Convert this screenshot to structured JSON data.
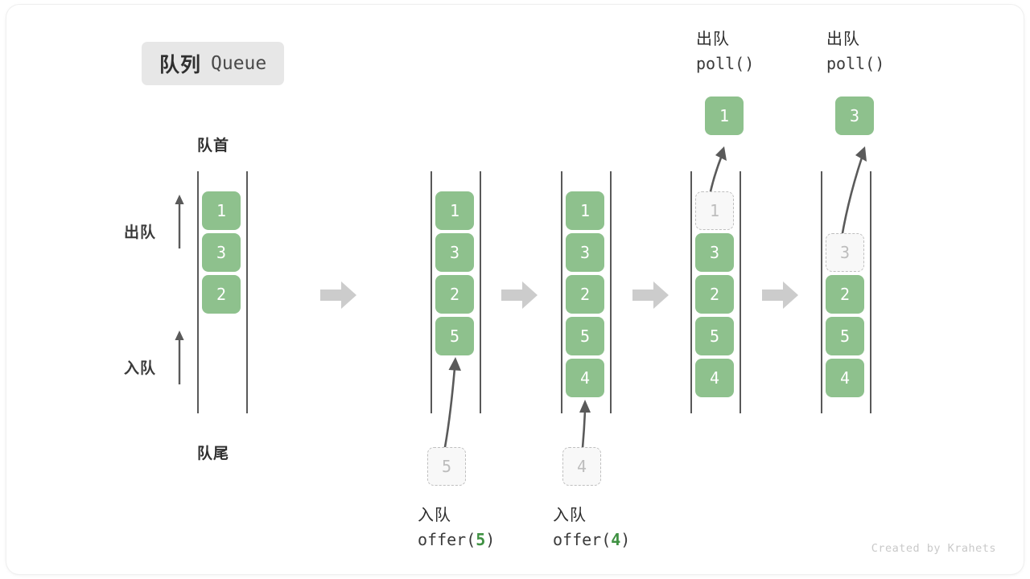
{
  "title": {
    "cn": "队列",
    "en": "Queue"
  },
  "labels": {
    "head": "队首",
    "tail": "队尾",
    "dequeue_side": "出队",
    "enqueue_side": "入队"
  },
  "colors": {
    "element_fill": "#8ec18d",
    "element_text": "#ffffff",
    "ghost_fill": "#f8f8f8",
    "ghost_border": "#bfbfbf",
    "ghost_text": "#bdbdbd",
    "rail": "#595959",
    "arrow_gray": "#cccccc",
    "accent_green": "#3f9142",
    "badge_bg": "#e7e7e7",
    "text_dark": "#2f2f2f"
  },
  "columns": [
    {
      "id": "initial",
      "cells": [
        {
          "value": "1",
          "state": "filled"
        },
        {
          "value": "3",
          "state": "filled"
        },
        {
          "value": "2",
          "state": "filled"
        }
      ]
    },
    {
      "id": "after-offer-5",
      "cells": [
        {
          "value": "1",
          "state": "filled"
        },
        {
          "value": "3",
          "state": "filled"
        },
        {
          "value": "2",
          "state": "filled"
        },
        {
          "value": "5",
          "state": "filled"
        }
      ],
      "incoming": {
        "value": "5"
      },
      "op": {
        "cn": "入队",
        "code_prefix": "offer(",
        "arg": "5",
        "code_suffix": ")"
      }
    },
    {
      "id": "after-offer-4",
      "cells": [
        {
          "value": "1",
          "state": "filled"
        },
        {
          "value": "3",
          "state": "filled"
        },
        {
          "value": "2",
          "state": "filled"
        },
        {
          "value": "5",
          "state": "filled"
        },
        {
          "value": "4",
          "state": "filled"
        }
      ],
      "incoming": {
        "value": "4"
      },
      "op": {
        "cn": "入队",
        "code_prefix": "offer(",
        "arg": "4",
        "code_suffix": ")"
      }
    },
    {
      "id": "after-poll-1",
      "cells": [
        {
          "value": "1",
          "state": "ghost"
        },
        {
          "value": "3",
          "state": "filled"
        },
        {
          "value": "2",
          "state": "filled"
        },
        {
          "value": "5",
          "state": "filled"
        },
        {
          "value": "4",
          "state": "filled"
        }
      ],
      "popped": {
        "value": "1"
      },
      "op": {
        "cn": "出队",
        "code": "poll()"
      }
    },
    {
      "id": "after-poll-3",
      "cells": [
        {
          "value": "3",
          "state": "ghost"
        },
        {
          "value": "2",
          "state": "filled"
        },
        {
          "value": "5",
          "state": "filled"
        },
        {
          "value": "4",
          "state": "filled"
        }
      ],
      "popped": {
        "value": "3"
      },
      "op": {
        "cn": "出队",
        "code": "poll()"
      }
    }
  ],
  "footer": "Created by Krahets"
}
